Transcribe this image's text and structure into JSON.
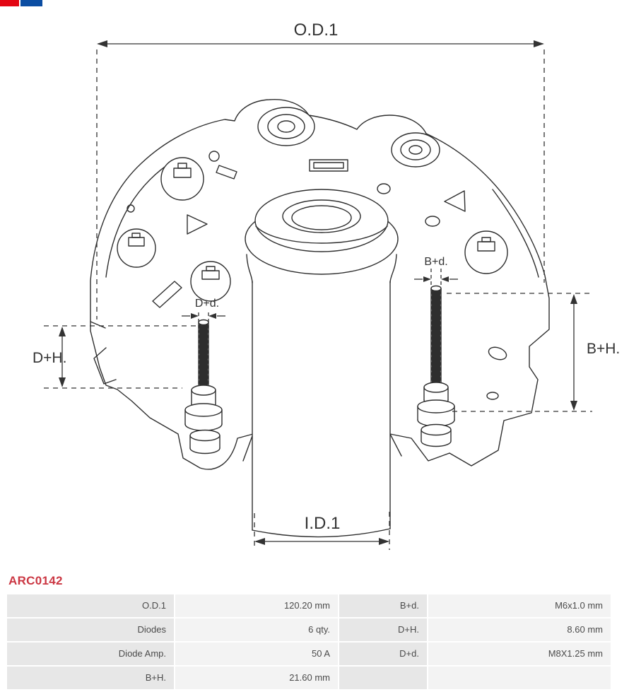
{
  "logo": {
    "red": "#e30613",
    "blue": "#0b4da2"
  },
  "drawing": {
    "dims": {
      "od1": "O.D.1",
      "id1": "I.D.1",
      "dplus_h": "D+H.",
      "bplus_h": "B+H.",
      "bplus_d": "B+d.",
      "dplus_d": "D+d."
    }
  },
  "part_code": {
    "text": "ARC0142",
    "color": "#cb3743"
  },
  "table": {
    "label_bg": "#e7e7e7",
    "value_bg": "#f3f3f3",
    "rows": [
      {
        "c1": "O.D.1",
        "c2": "120.20 mm",
        "c3": "B+d.",
        "c4": "M6x1.0 mm"
      },
      {
        "c1": "Diodes",
        "c2": "6 qty.",
        "c3": "D+H.",
        "c4": "8.60 mm"
      },
      {
        "c1": "Diode Amp.",
        "c2": "50 A",
        "c3": "D+d.",
        "c4": "M8X1.25 mm"
      },
      {
        "c1": "B+H.",
        "c2": "21.60 mm",
        "c3": "",
        "c4": ""
      }
    ]
  }
}
